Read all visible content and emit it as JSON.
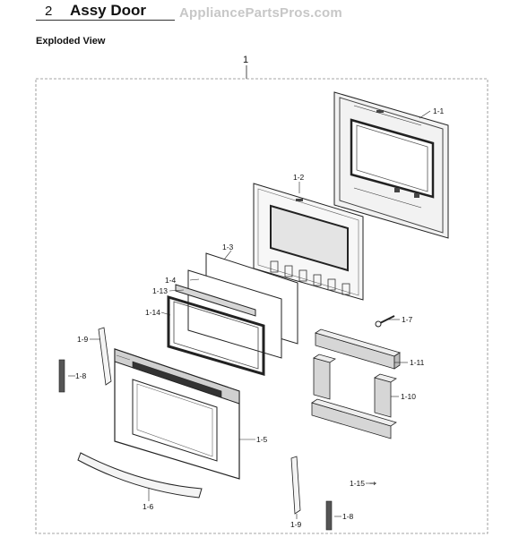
{
  "header": {
    "section_number": "2",
    "section_title": "Assy Door",
    "watermark": "AppliancePartsPros.com"
  },
  "view_label": "Exploded View",
  "assembly_number": "1",
  "parts": {
    "p1_1": "1-1",
    "p1_2": "1-2",
    "p1_3": "1-3",
    "p1_4": "1-4",
    "p1_13": "1-13",
    "p1_14": "1-14",
    "p1_7": "1-7",
    "p1_9a": "1-9",
    "p1_8a": "1-8",
    "p1_11": "1-11",
    "p1_10": "1-10",
    "p1_5": "1-5",
    "p1_15": "1-15",
    "p1_6": "1-6",
    "p1_9b": "1-9",
    "p1_8b": "1-8"
  },
  "colors": {
    "line": "#222222",
    "fill_gray": "#d6d6d6",
    "dark": "#444444",
    "border": "#888888"
  }
}
